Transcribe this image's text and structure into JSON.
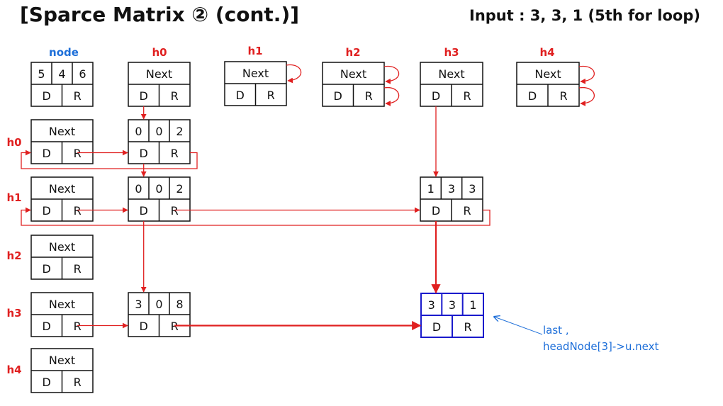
{
  "title": "[Sparce Matrix ② (cont.)]",
  "subtitle": "Input : 3, 3, 1 (5th for loop)",
  "labels": {
    "node": "node",
    "h0": "h0",
    "h1": "h1",
    "h2": "h2",
    "h3": "h3",
    "h4": "h4"
  },
  "cells": {
    "next": "Next",
    "down": "D",
    "right": "R"
  },
  "node_values": [
    "5",
    "4",
    "6"
  ],
  "entries": {
    "e_h0": [
      "0",
      "0",
      "2"
    ],
    "e_h1a": [
      "0",
      "0",
      "2"
    ],
    "e_h1b": [
      "1",
      "3",
      "3"
    ],
    "e_h3a": [
      "3",
      "0",
      "8"
    ],
    "e_h3b": [
      "3",
      "3",
      "1"
    ]
  },
  "annotation": {
    "line1": "last ,",
    "line2": "headNode[3]->u.next"
  },
  "colors": {
    "arrow": "#e02020",
    "label_red": "#e02020",
    "label_blue": "#1e6fd9",
    "highlight": "#1a1acc"
  }
}
